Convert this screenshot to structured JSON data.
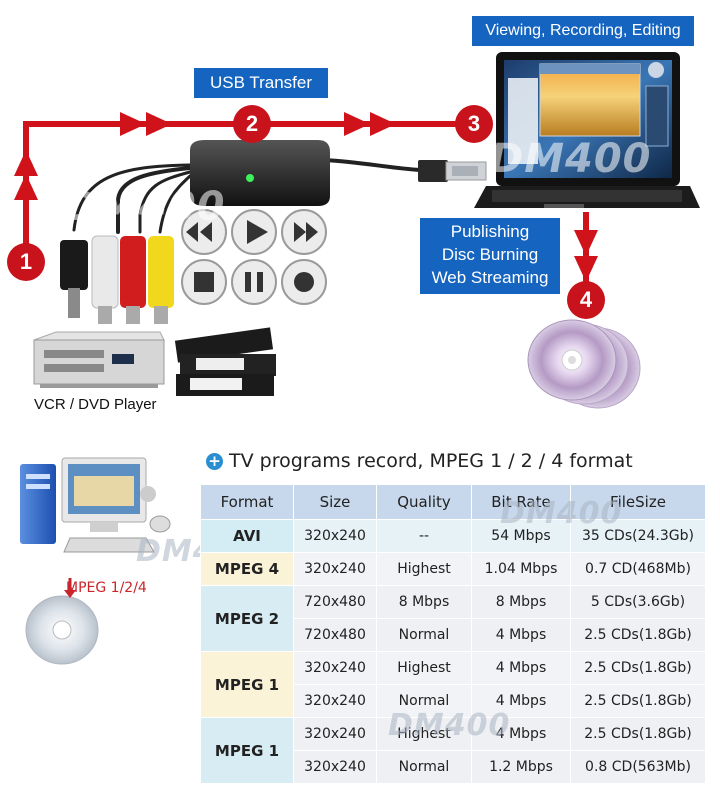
{
  "top": {
    "usb_label": "USB Transfer",
    "viewing_label": "Viewing, Recording, Editing",
    "publishing_lines": [
      "Publishing",
      "Disc Burning",
      "Web Streaming"
    ],
    "steps": [
      "1",
      "2",
      "3",
      "4"
    ],
    "vcr_caption": "VCR / DVD Player",
    "watermark": "DM400"
  },
  "bottom": {
    "title": "TV programs record, MPEG 1 / 2 / 4 format",
    "mpeg_note": "MPEG 1/2/4",
    "watermark": "DM400"
  },
  "colors": {
    "accent_blue": "#1565c0",
    "arrow_red": "#d0121b",
    "step_red": "#c8131c"
  },
  "table": {
    "headers": [
      "Format",
      "Size",
      "Quality",
      "Bit Rate",
      "FileSize"
    ],
    "groups": [
      {
        "format": "AVI",
        "rows": [
          [
            "320x240",
            "--",
            "54 Mbps",
            "35 CDs(24.3Gb)"
          ]
        ]
      },
      {
        "format": "MPEG 4",
        "rows": [
          [
            "320x240",
            "Highest",
            "1.04 Mbps",
            "0.7 CD(468Mb)"
          ]
        ]
      },
      {
        "format": "MPEG 2",
        "rows": [
          [
            "720x480",
            "8 Mbps",
            "8 Mbps",
            "5 CDs(3.6Gb)"
          ],
          [
            "720x480",
            "Normal",
            "4 Mbps",
            "2.5 CDs(1.8Gb)"
          ]
        ]
      },
      {
        "format": "MPEG 1",
        "rows": [
          [
            "320x240",
            "Highest",
            "4 Mbps",
            "2.5 CDs(1.8Gb)"
          ],
          [
            "320x240",
            "Normal",
            "4 Mbps",
            "2.5 CDs(1.8Gb)"
          ]
        ]
      },
      {
        "format": "MPEG 1",
        "rows": [
          [
            "320x240",
            "Highest",
            "4 Mbps",
            "2.5 CDs(1.8Gb)"
          ],
          [
            "320x240",
            "Normal",
            "1.2 Mbps",
            "0.8 CD(563Mb)"
          ]
        ]
      }
    ]
  }
}
